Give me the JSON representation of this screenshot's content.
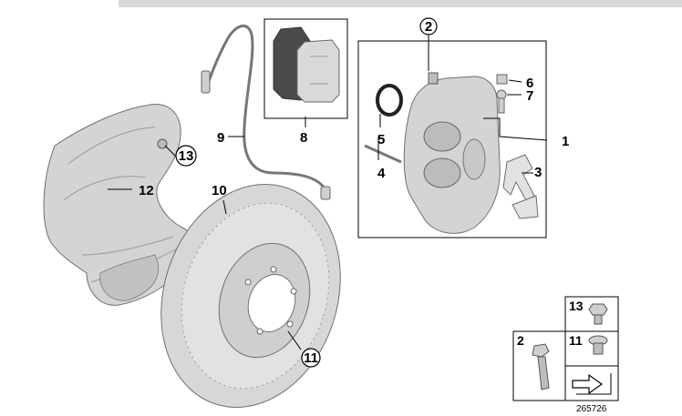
{
  "diagram": {
    "title": "",
    "parts": [
      {
        "num": "1",
        "name": "brake caliper"
      },
      {
        "num": "2",
        "name": "caliper bolt"
      },
      {
        "num": "3",
        "name": "anti-rattle spring clip"
      },
      {
        "num": "4",
        "name": "guide pin"
      },
      {
        "num": "5",
        "name": "seal ring"
      },
      {
        "num": "6",
        "name": "bleeder screw cap"
      },
      {
        "num": "7",
        "name": "bleeder valve"
      },
      {
        "num": "8",
        "name": "brake pad set"
      },
      {
        "num": "9",
        "name": "brake wear sensor"
      },
      {
        "num": "10",
        "name": "brake disc"
      },
      {
        "num": "11",
        "name": "disc screw"
      },
      {
        "num": "12",
        "name": "brake disc shield"
      },
      {
        "num": "13",
        "name": "shield screw"
      }
    ],
    "legend": {
      "items": [
        {
          "num": "13"
        },
        {
          "num": "11"
        },
        {
          "num": "2"
        }
      ]
    },
    "diagram_id": "265726"
  },
  "colors": {
    "part_fill": "#dcdcdc",
    "part_stroke": "#6f6f6f",
    "line": "#000000",
    "pad_dark": "#4a4a4a"
  }
}
